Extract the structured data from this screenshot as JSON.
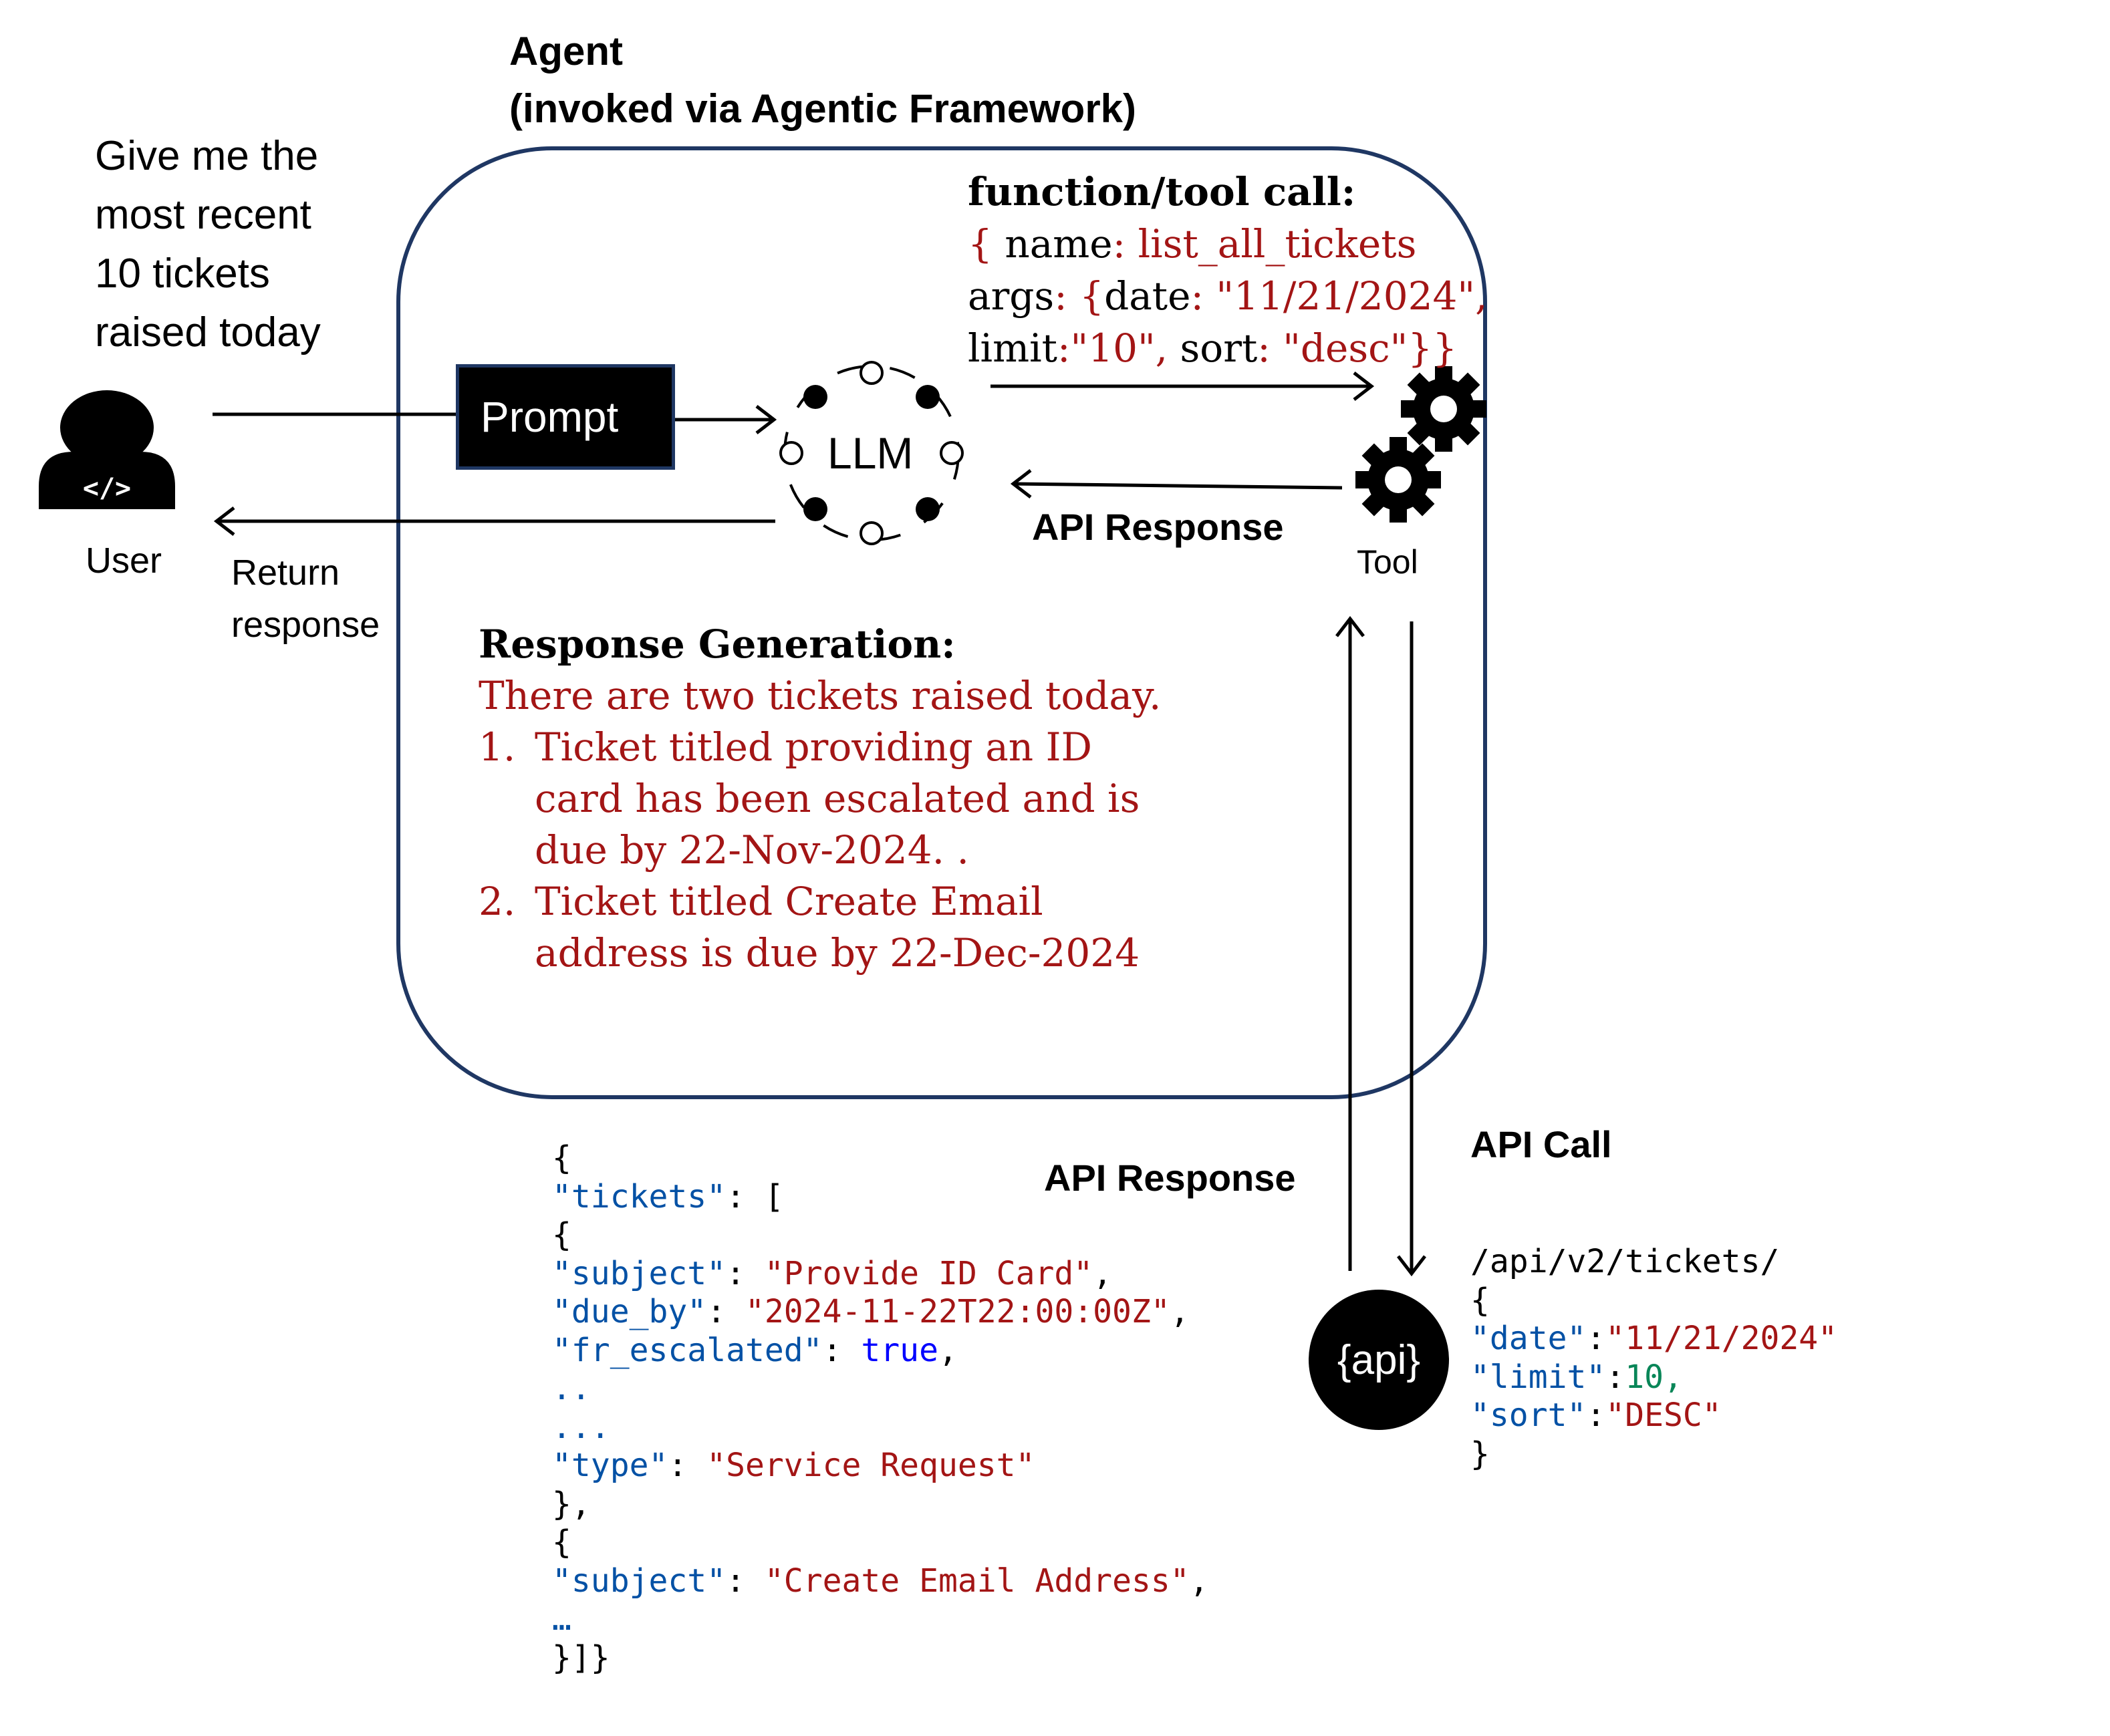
{
  "agent": {
    "title_line1": "Agent",
    "title_line2": "(invoked via Agentic Framework)"
  },
  "user": {
    "query_lines": [
      "Give me the",
      "most recent",
      "10 tickets",
      "raised today"
    ],
    "label": "User",
    "icon": "developer-user-icon"
  },
  "return_response": {
    "line1": "Return",
    "line2": "response"
  },
  "prompt": {
    "label": "Prompt"
  },
  "llm": {
    "label": "LLM",
    "icon": "llm-node-ring"
  },
  "tool": {
    "label": "Tool",
    "icon": "gears-icon"
  },
  "function_call": {
    "heading": "function/tool call:",
    "line1_open": "{ ",
    "line1_key": "name",
    "line1_colon": ": ",
    "line1_value": "list_all_tickets",
    "line2_key": "args",
    "line2_colon": ": {",
    "line2_key2": "date",
    "line2_colon2": ": ",
    "line2_value": "\"11/21/2024\",",
    "line3_key": "limit",
    "line3_value": ":\"10\", ",
    "line3_key2": "sort",
    "line3_colon": ": ",
    "line3_value2": "\"desc\"}}"
  },
  "labels": {
    "api_response_inner": "API Response",
    "api_response_outer": "API Response",
    "api_call": "API Call"
  },
  "response_generation": {
    "heading": "Response Generation:",
    "intro": "There are two tickets raised today.",
    "items": [
      {
        "number": "1.",
        "lines": [
          "Ticket titled providing an ID",
          "card has been escalated and is",
          "due by 22-Nov-2024. ."
        ]
      },
      {
        "number": "2.",
        "lines": [
          "Ticket titled Create Email",
          "address is due by 22-Dec-2024"
        ]
      }
    ]
  },
  "json_response": {
    "l1": "{",
    "l2_key": "\"tickets\"",
    "l2_rest": ": [",
    "l3": "{",
    "l4_key": "\"subject\"",
    "l4_colon": ": ",
    "l4_value": "\"Provide ID Card\"",
    "l4_end": ",",
    "l5_key": "\"due_by\"",
    "l5_colon": ": ",
    "l5_value": "\"2024-11-22T22:00:00Z\"",
    "l5_end": ",",
    "l6_key": "\"fr_escalated\"",
    "l6_colon": ": ",
    "l6_value": "true",
    "l6_end": ",",
    "l7": "..",
    "l8": "...",
    "l9_key": "\"type\"",
    "l9_colon": ": ",
    "l9_value": "\"Service Request\"",
    "l10": "},",
    "l11": "{",
    "l12_key": "\"subject\"",
    "l12_colon": ": ",
    "l12_value": "\"Create Email Address\"",
    "l12_end": ",",
    "l13": "…",
    "l14": "}]}"
  },
  "api_request": {
    "path": "/api/v2/tickets/",
    "open": "{",
    "date_key": "\"date\"",
    "date_colon": ":",
    "date_value": "\"11/21/2024\"",
    "limit_key": "\"limit\"",
    "limit_colon": ":",
    "limit_value": "10,",
    "sort_key": "\"sort\"",
    "sort_colon": ":",
    "sort_value": "\"DESC\"",
    "close": "}"
  },
  "api_endpoint": {
    "label": "{api}"
  },
  "colors": {
    "box_border": "#1F3763",
    "code_red": "#A31515",
    "json_key_blue": "#0451A5",
    "json_keyword_blue": "#0000FF",
    "json_number_green": "#098658"
  }
}
